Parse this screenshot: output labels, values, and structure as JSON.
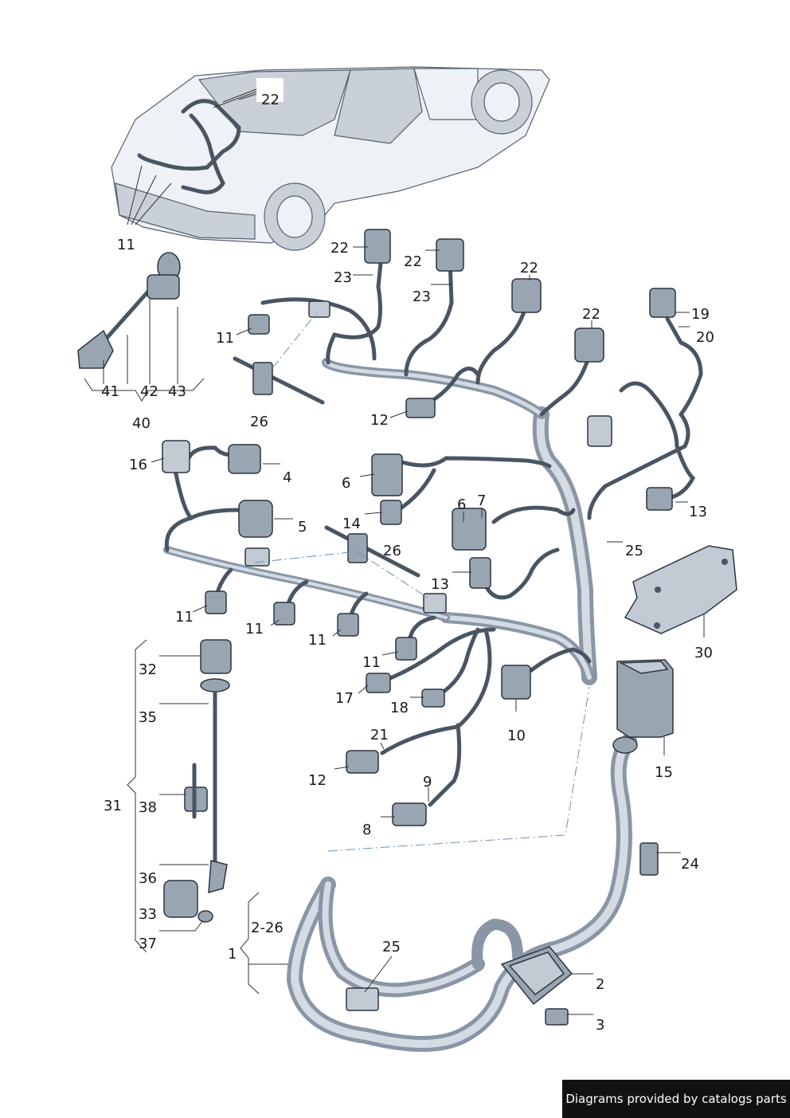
{
  "callouts": {
    "c22_car": "22",
    "c11_car": "11",
    "c22a": "22",
    "c23a": "23",
    "c22b": "22",
    "c23b": "23",
    "c22c": "22",
    "c22d": "22",
    "c19": "19",
    "c20": "20",
    "c11a": "11",
    "c26a": "26",
    "c12a": "12",
    "c41": "41",
    "c42": "42",
    "c43": "43",
    "c40": "40",
    "c16": "16",
    "c4": "4",
    "c6a": "6",
    "c5": "5",
    "c14": "14",
    "c26b": "26",
    "c6b": "6",
    "c7": "7",
    "c13a": "13",
    "c25a": "25",
    "c13b": "13",
    "c30": "30",
    "c11b": "11",
    "c11c": "11",
    "c11d": "11",
    "c11e": "11",
    "c32": "32",
    "c35": "35",
    "c31": "31",
    "c38": "38",
    "c36": "36",
    "c33": "33",
    "c37": "37",
    "c17": "17",
    "c18": "18",
    "c10": "10",
    "c21": "21",
    "c12b": "12",
    "c15": "15",
    "c9": "9",
    "c8": "8",
    "c24": "24",
    "c2_26": "2-26",
    "c1": "1",
    "c25b": "25",
    "c2": "2",
    "c3": "3"
  },
  "footer": {
    "text": "Diagrams provided by catalogs parts"
  }
}
